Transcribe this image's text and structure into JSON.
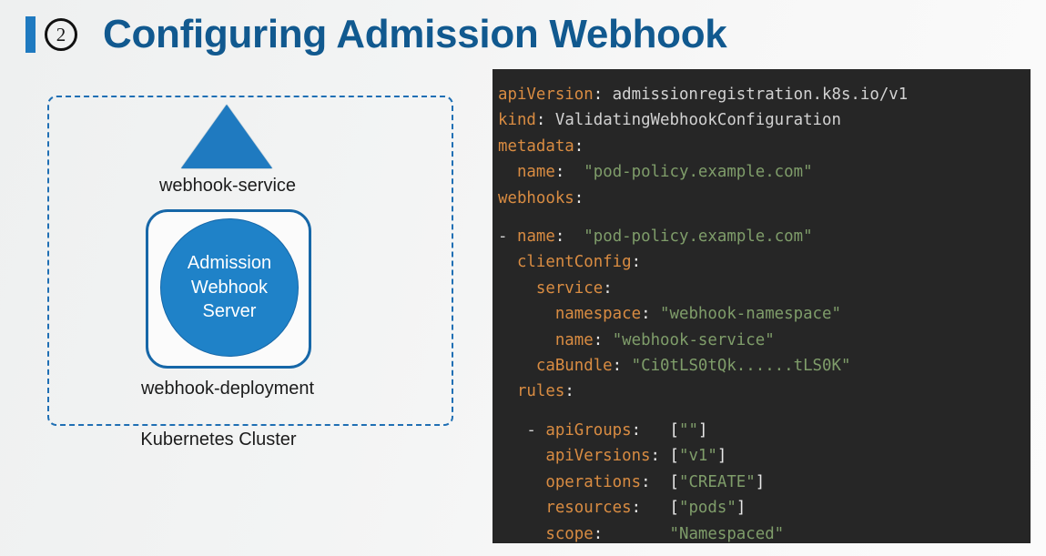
{
  "header": {
    "badge_number": "2",
    "title": "Configuring Admission Webhook",
    "accent_color": "#1f7ac0",
    "title_color": "#11598f"
  },
  "diagram": {
    "cluster_label": "Kubernetes Cluster",
    "service_label": "webhook-service",
    "deployment_label": "webhook-deployment",
    "server_line1": "Admission",
    "server_line2": "Webhook",
    "server_line3": "Server",
    "shape_color": "#1f82c8",
    "border_color": "#1667a8",
    "cluster_border_color": "#1f6fb4"
  },
  "code": {
    "background": "#262626",
    "key_color": "#d98c42",
    "string_color": "#7f9d6a",
    "text_color": "#d2d2d2",
    "lines": [
      {
        "indent": "",
        "key": "apiVersion",
        "colon": ":",
        "gap": " ",
        "value": "admissionregistration.k8s.io/v1",
        "value_type": "plain"
      },
      {
        "indent": "",
        "key": "kind",
        "colon": ":",
        "gap": " ",
        "value": "ValidatingWebhookConfiguration",
        "value_type": "plain"
      },
      {
        "indent": "",
        "key": "metadata",
        "colon": ":",
        "gap": "",
        "value": "",
        "value_type": "none"
      },
      {
        "indent": "  ",
        "key": "name",
        "colon": ":",
        "gap": "  ",
        "value": "\"pod-policy.example.com\"",
        "value_type": "string"
      },
      {
        "indent": "",
        "key": "webhooks",
        "colon": ":",
        "gap": "",
        "value": "",
        "value_type": "none"
      },
      {
        "blank": true
      },
      {
        "indent": "- ",
        "key": "name",
        "colon": ":",
        "gap": "  ",
        "value": "\"pod-policy.example.com\"",
        "value_type": "string"
      },
      {
        "indent": "  ",
        "key": "clientConfig",
        "colon": ":",
        "gap": "",
        "value": "",
        "value_type": "none"
      },
      {
        "indent": "    ",
        "key": "service",
        "colon": ":",
        "gap": "",
        "value": "",
        "value_type": "none"
      },
      {
        "indent": "      ",
        "key": "namespace",
        "colon": ":",
        "gap": " ",
        "value": "\"webhook-namespace\"",
        "value_type": "string"
      },
      {
        "indent": "      ",
        "key": "name",
        "colon": ":",
        "gap": " ",
        "value": "\"webhook-service\"",
        "value_type": "string"
      },
      {
        "indent": "    ",
        "key": "caBundle",
        "colon": ":",
        "gap": " ",
        "value": "\"Ci0tLS0tQk......tLS0K\"",
        "value_type": "string"
      },
      {
        "indent": "  ",
        "key": "rules",
        "colon": ":",
        "gap": "",
        "value": "",
        "value_type": "none"
      },
      {
        "blank": true
      },
      {
        "indent": "   - ",
        "key": "apiGroups",
        "colon": ":",
        "gap": "   ",
        "value": "[\"\"]",
        "value_type": "array"
      },
      {
        "indent": "     ",
        "key": "apiVersions",
        "colon": ":",
        "gap": " ",
        "value": "[\"v1\"]",
        "value_type": "array"
      },
      {
        "indent": "     ",
        "key": "operations",
        "colon": ":",
        "gap": "  ",
        "value": "[\"CREATE\"]",
        "value_type": "array"
      },
      {
        "indent": "     ",
        "key": "resources",
        "colon": ":",
        "gap": "   ",
        "value": "[\"pods\"]",
        "value_type": "array"
      },
      {
        "indent": "     ",
        "key": "scope",
        "colon": ":",
        "gap": "       ",
        "value": "\"Namespaced\"",
        "value_type": "string"
      }
    ]
  }
}
